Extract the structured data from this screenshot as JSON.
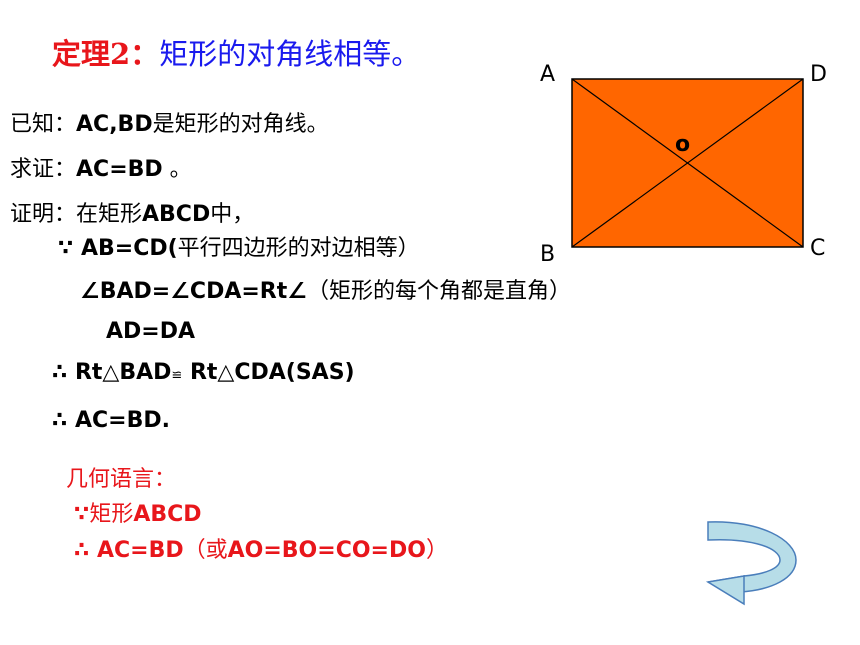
{
  "title": {
    "prefix": "定理2：",
    "text": "矩形的对角线相等。"
  },
  "given": {
    "label": "已知：",
    "bold": "AC,BD",
    "rest": "是矩形的对角线。"
  },
  "prove": {
    "label": "求证：",
    "bold": "AC=BD",
    "rest": " 。"
  },
  "proof": {
    "label": "证明：在矩形",
    "bold": "ABCD",
    "rest": "中，"
  },
  "steps": [
    {
      "bold": "∵ AB=CD(",
      "rest": "平行四边形的对边相等）"
    },
    {
      "bold": "∠BAD=∠CDA=Rt∠",
      "rest": "（矩形的每个角都是直角）"
    },
    {
      "bold": "AD=DA",
      "rest": ""
    },
    {
      "bold": "∴ Rt△BAD",
      "mid": "≌",
      "bold2": " Rt△CDA(SAS)"
    },
    {
      "bold": "∴ AC=BD.",
      "rest": ""
    }
  ],
  "geometry_language": {
    "heading": "几何语言：",
    "line1_sym": "∵",
    "line1_text": "矩形",
    "line1_bold": "ABCD",
    "line2_bold": "∴  AC=BD",
    "line2_rest": "（或",
    "line2_bold2": "AO=BO=CO=DO",
    "line2_end": "）"
  },
  "diagram": {
    "labels": {
      "A": "A",
      "B": "B",
      "C": "C",
      "D": "D",
      "O": "o"
    },
    "fill_color": "#ff6600",
    "stroke_color": "#000000"
  },
  "colors": {
    "red": "#e8161b",
    "blue": "#1a1aee",
    "arrow_fill": "#b7dde8",
    "arrow_stroke": "#4a7ebb"
  }
}
